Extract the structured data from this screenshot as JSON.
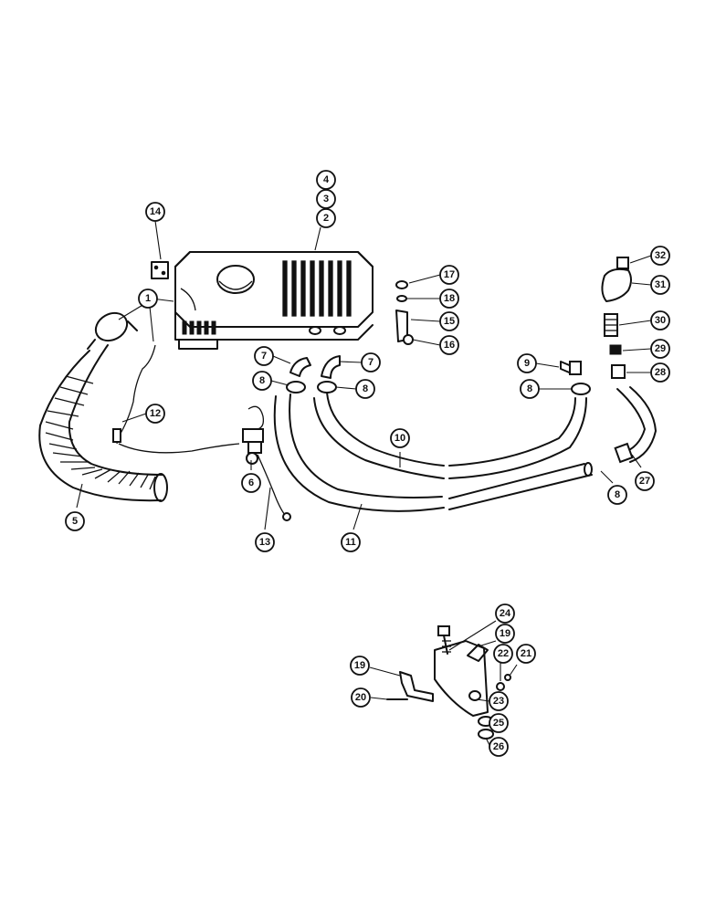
{
  "callouts": [
    {
      "label": "4"
    },
    {
      "label": "3"
    },
    {
      "label": "2"
    },
    {
      "label": "14"
    },
    {
      "label": "1"
    },
    {
      "label": "17"
    },
    {
      "label": "18"
    },
    {
      "label": "15"
    },
    {
      "label": "16"
    },
    {
      "label": "32"
    },
    {
      "label": "31"
    },
    {
      "label": "30"
    },
    {
      "label": "29"
    },
    {
      "label": "28"
    },
    {
      "label": "7"
    },
    {
      "label": "7"
    },
    {
      "label": "8"
    },
    {
      "label": "8"
    },
    {
      "label": "9"
    },
    {
      "label": "8"
    },
    {
      "label": "12"
    },
    {
      "label": "10"
    },
    {
      "label": "6"
    },
    {
      "label": "27"
    },
    {
      "label": "8"
    },
    {
      "label": "5"
    },
    {
      "label": "13"
    },
    {
      "label": "11"
    },
    {
      "label": "24"
    },
    {
      "label": "19"
    },
    {
      "label": "19"
    },
    {
      "label": "22"
    },
    {
      "label": "21"
    },
    {
      "label": "20"
    },
    {
      "label": "23"
    },
    {
      "label": "25"
    },
    {
      "label": "26"
    }
  ]
}
